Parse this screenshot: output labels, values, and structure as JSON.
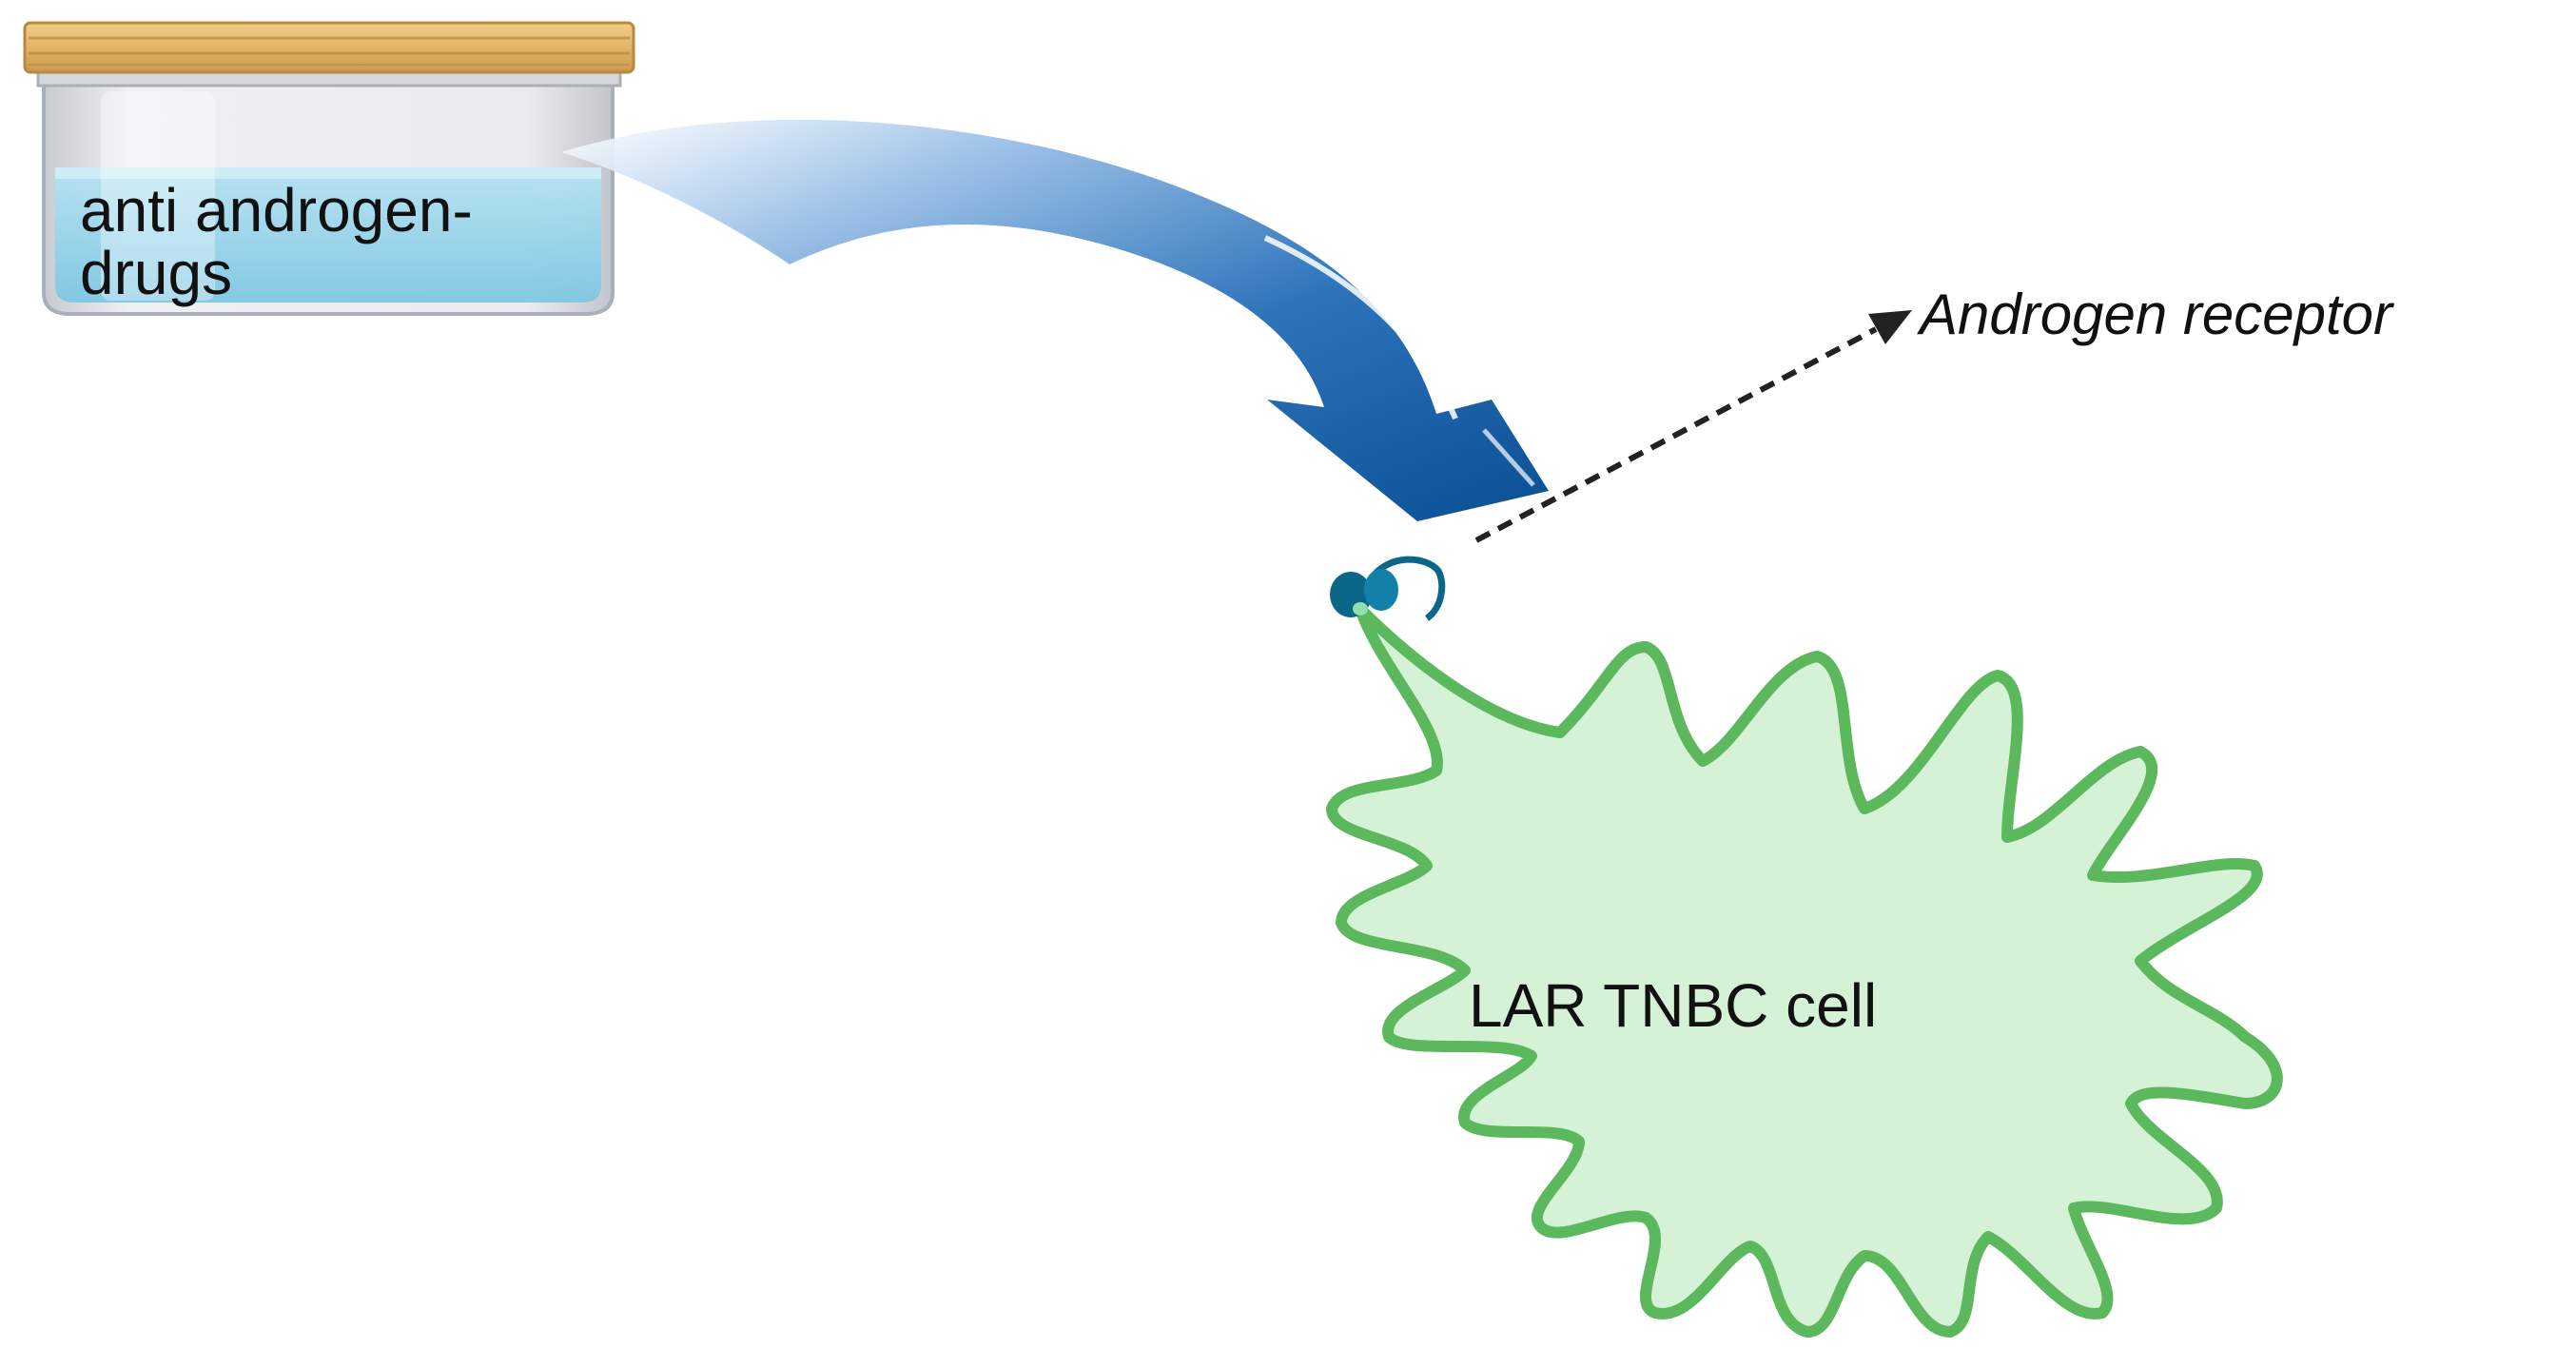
{
  "jar": {
    "label": "anti androgen-drugs",
    "colors": {
      "lid": "#e3b567",
      "glass": "#dcdfe3",
      "liquid": "#8fd0e8"
    }
  },
  "receptor": {
    "label": "Androgen receptor",
    "color": "#0b6688"
  },
  "cell": {
    "label": "LAR TNBC cell",
    "colors": {
      "fill": "#d6f2d6",
      "outline": "#5cb85c"
    }
  },
  "arrows": {
    "drug_arrow_color": "#0c5aa0",
    "pointer_color": "#222222"
  }
}
